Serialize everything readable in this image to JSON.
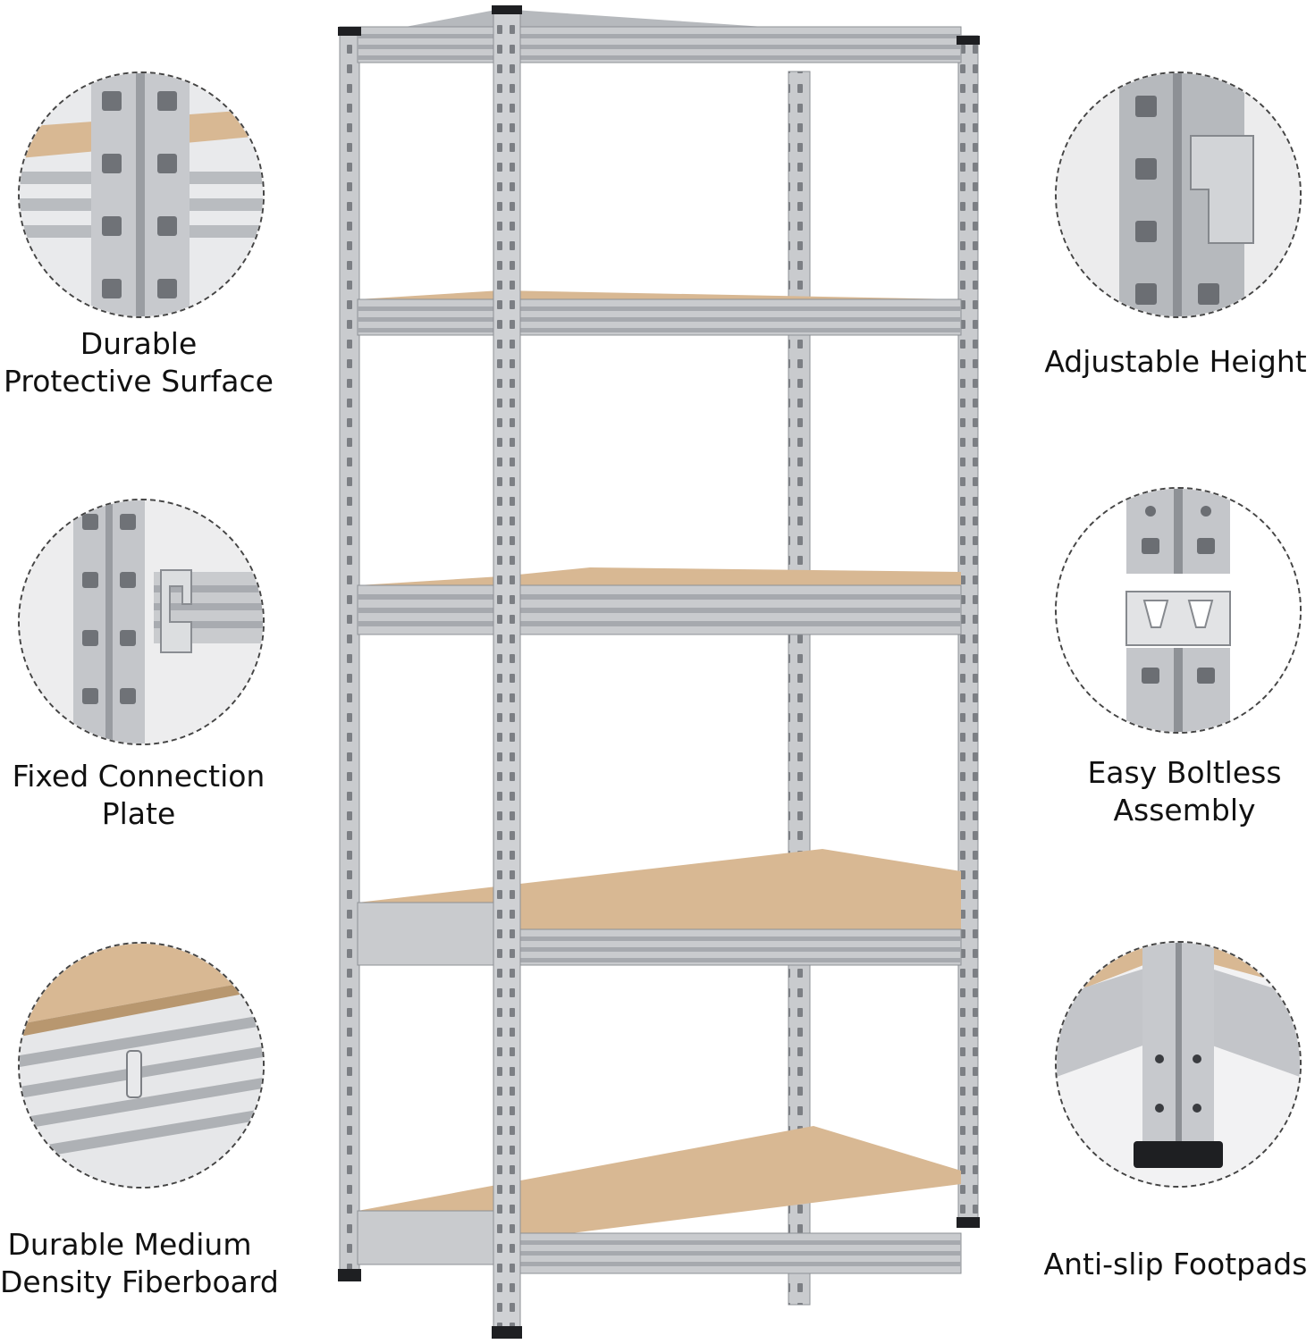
{
  "features": {
    "left": [
      {
        "icon": "surface-detail-icon",
        "lines": [
          "Durable",
          "Protective Surface"
        ]
      },
      {
        "icon": "connection-plate-icon",
        "lines": [
          "Fixed Connection",
          "Plate"
        ]
      },
      {
        "icon": "fiberboard-icon",
        "lines": [
          "Durable Medium",
          "Density Fiberboard"
        ]
      }
    ],
    "right": [
      {
        "icon": "height-adjust-icon",
        "lines": [
          "Adjustable Height"
        ]
      },
      {
        "icon": "boltless-assembly-icon",
        "lines": [
          "Easy Boltless",
          "Assembly"
        ]
      },
      {
        "icon": "footpad-icon",
        "lines": [
          "Anti-slip Footpads"
        ]
      }
    ]
  },
  "product": {
    "icon": "shelving-unit-icon",
    "shelf_count": 5
  },
  "colors": {
    "steel": "#c9cbce",
    "steel_dark": "#8d9095",
    "board": "#d8b893",
    "outline": "#444444"
  }
}
